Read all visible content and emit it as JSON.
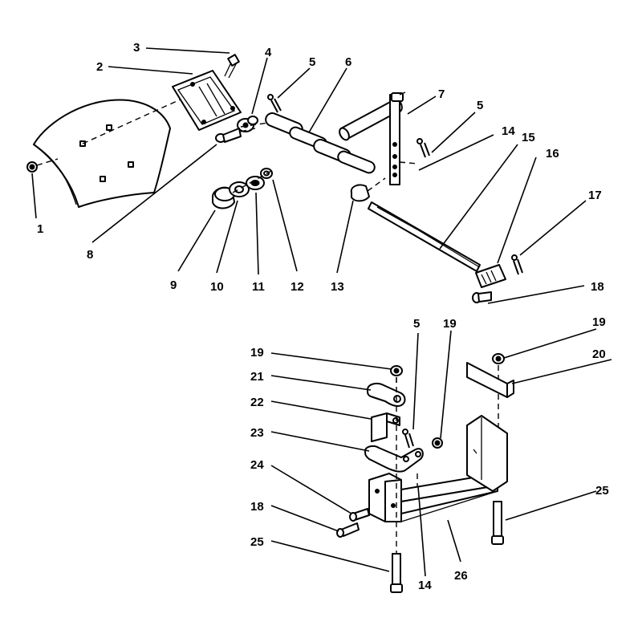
{
  "labels": {
    "p1": "1",
    "p2": "2",
    "p3": "3",
    "p4": "4",
    "p5a": "5",
    "p5b": "5",
    "p5c": "5",
    "p6": "6",
    "p7": "7",
    "p8": "8",
    "p9": "9",
    "p10": "10",
    "p11": "11",
    "p12": "12",
    "p13": "13",
    "p14a": "14",
    "p14b": "14",
    "p15": "15",
    "p16": "16",
    "p17": "17",
    "p18a": "18",
    "p18b": "18",
    "p19a": "19",
    "p19b": "19",
    "p19c": "19",
    "p20": "20",
    "p21": "21",
    "p22": "22",
    "p23": "23",
    "p24": "24",
    "p25a": "25",
    "p25b": "25",
    "p26": "26"
  }
}
